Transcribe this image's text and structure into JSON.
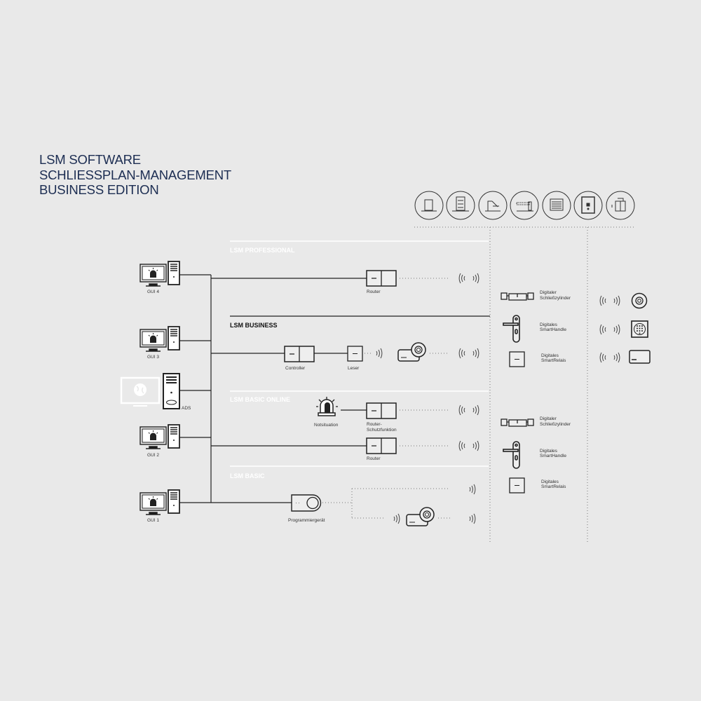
{
  "title": {
    "line1": "LSM SOFTWARE",
    "line2": "SCHLIESSPLAN-MANAGEMENT",
    "line3": "BUSINESS EDITION"
  },
  "colors": {
    "title": "#1c2d52",
    "background": "#e9e9e9",
    "line": "#222222",
    "section_light": "#ffffff"
  },
  "top_icons": [
    "door-icon",
    "emergency-door-icon",
    "turnstile-icon",
    "barrier-icon",
    "garage-door-icon",
    "safe-icon",
    "elevator-icon"
  ],
  "sections": {
    "professional": "LSM PROFESSIONAL",
    "business": "LSM BUSINESS",
    "basic_online": "LSM BASIC ONLINE",
    "basic": "LSM BASIC"
  },
  "workstations": {
    "gui4": "GUI 4",
    "gui3": "GUI 3",
    "ads": "ADS",
    "gui2": "GUI 2",
    "gui1": "GUI 1"
  },
  "devices": {
    "router": "Router",
    "controller": "Controller",
    "leser": "Leser",
    "notsituation": "Notsituation",
    "router_schutz_1": "Router-",
    "router_schutz_2": "Schutzfunktion",
    "router2": "Router",
    "programmiergeraet": "Programmiergerät"
  },
  "locks": {
    "cylinder_1": "Digitaler",
    "cylinder_2": "Schließzylinder",
    "handle_1": "Digitales",
    "handle_2": "SmartHandle",
    "relay_1": "Digitales",
    "relay_2": "SmartRelais"
  }
}
